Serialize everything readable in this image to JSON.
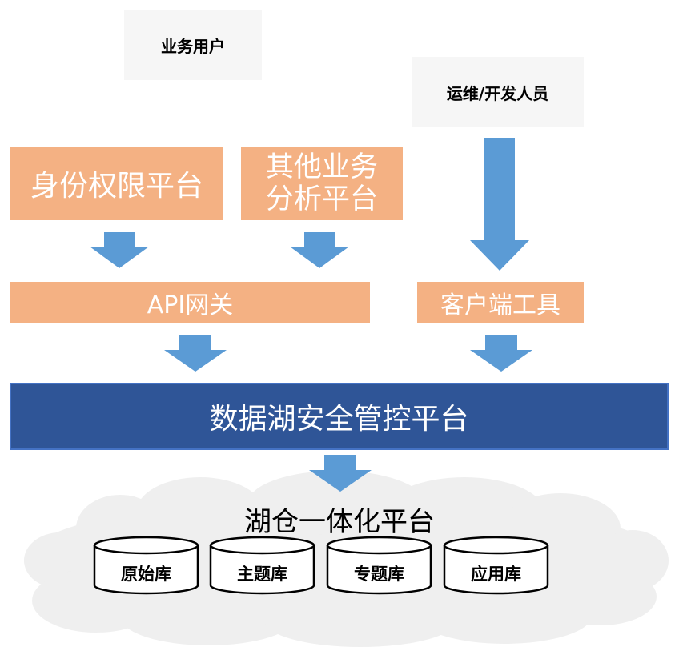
{
  "users": {
    "business": "业务用户",
    "ops_dev": "运维/开发人员"
  },
  "apps": {
    "identity": "身份权限平台",
    "other_analysis_line1": "其他业务",
    "other_analysis_line2": "分析平台"
  },
  "access": {
    "api_gateway": "API网关",
    "client_tools": "客户端工具"
  },
  "core": {
    "security_platform": "数据湖安全管控平台"
  },
  "lakehouse": {
    "title": "湖仓一体化平台",
    "databases": [
      "原始库",
      "主题库",
      "专题库",
      "应用库"
    ]
  },
  "colors": {
    "orange": "#f4b183",
    "navy": "#2f5597",
    "arrow": "#5b9bd5",
    "cloud": "#efefef"
  }
}
